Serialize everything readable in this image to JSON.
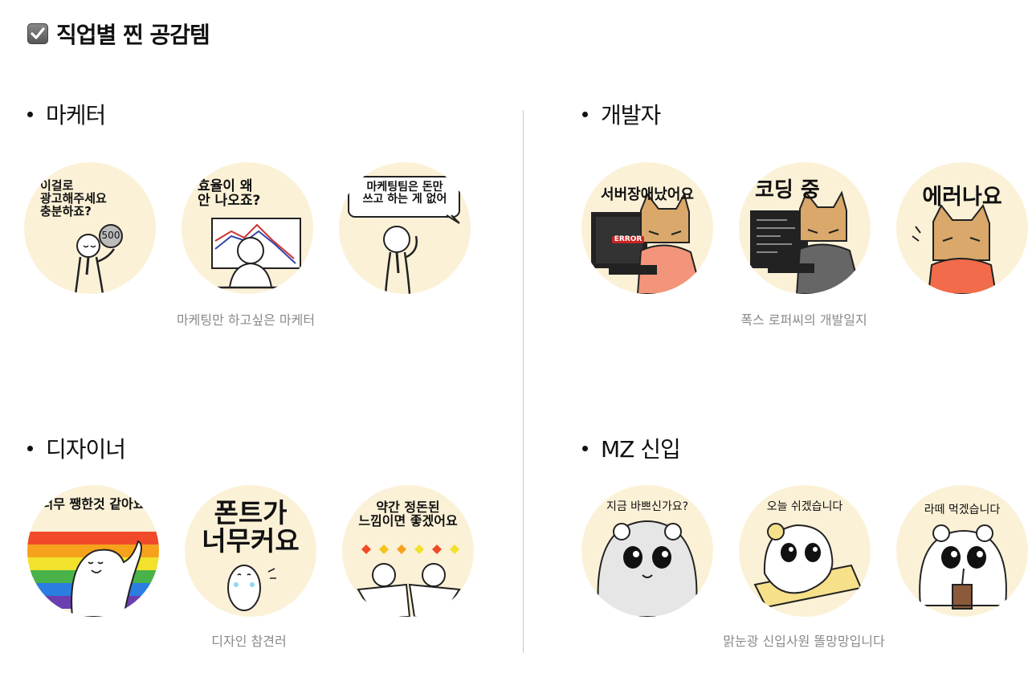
{
  "page": {
    "title": "직업별 찐 공감템"
  },
  "sections": [
    {
      "title": "마케터",
      "caption": "마케팅만 하고싶은 마케터",
      "stickers": [
        {
          "text": "이걸로\n광고해주세요\n충분하죠?",
          "badge": "500"
        },
        {
          "text": "효율이 왜\n안 나오죠?"
        },
        {
          "text": "마케팅팀은 돈만\n쓰고 하는 게 없어"
        }
      ]
    },
    {
      "title": "개발자",
      "caption": "폭스 로퍼씨의 개발일지",
      "stickers": [
        {
          "text": "서버장애났어요",
          "badge": "ERROR"
        },
        {
          "text": "코딩 중"
        },
        {
          "text": "에러나요"
        }
      ]
    },
    {
      "title": "디자이너",
      "caption": "디자인 참견러",
      "stickers": [
        {
          "text": "너무 쨍한것 같아요"
        },
        {
          "text": "폰트가\n너무커요"
        },
        {
          "text": "약간 정돈된\n느낌이면 좋겠어요"
        }
      ]
    },
    {
      "title": "MZ 신입",
      "caption": "맑눈광 신입사원 똘망망입니다",
      "stickers": [
        {
          "text": "지금 바쁘신가요?"
        },
        {
          "text": "오늘 쉬겠습니다"
        },
        {
          "text": "라떼 먹겠습니다"
        }
      ]
    }
  ],
  "colors": {
    "circle": "#fbf1d7",
    "caption": "#8a8a8a",
    "divider": "#c9c9c9"
  }
}
